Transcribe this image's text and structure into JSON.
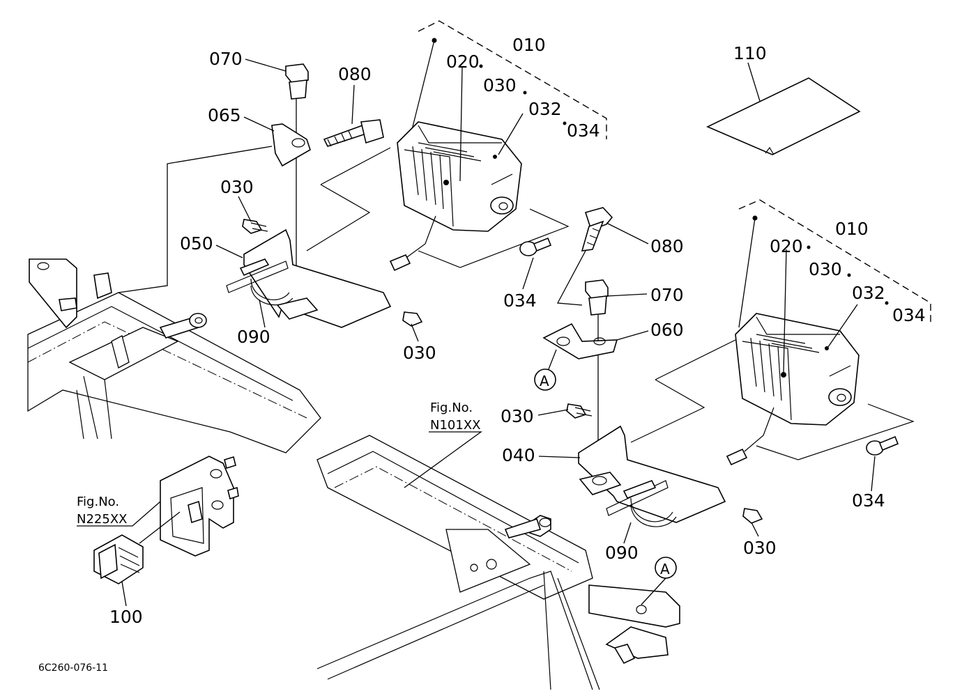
{
  "drawing_code": "6C260-076-11",
  "left_lamp": {
    "assembly_ref": "010",
    "sub_refs": [
      "020",
      "030",
      "032",
      "034"
    ]
  },
  "right_lamp": {
    "assembly_ref": "010",
    "sub_refs": [
      "020",
      "030",
      "032",
      "034"
    ]
  },
  "labels": {
    "p070_left": "070",
    "p080_left": "080",
    "p065": "065",
    "p030_left_top": "030",
    "p050": "050",
    "p090_left": "090",
    "p030_left_bottom": "030",
    "p034_left": "034",
    "p110": "110",
    "p080_right": "080",
    "p070_right": "070",
    "p060": "060",
    "p030_right_top": "030",
    "p040": "040",
    "p090_right": "090",
    "p030_right_bottom": "030",
    "p034_right": "034",
    "p100": "100"
  },
  "callouts": {
    "a_marker": "A",
    "a_marker_2": "A"
  },
  "figure_refs": {
    "fig_label": "Fig.No.",
    "fig_n101": "N101XX",
    "fig_label_2": "Fig.No.",
    "fig_n225": "N225XX"
  }
}
